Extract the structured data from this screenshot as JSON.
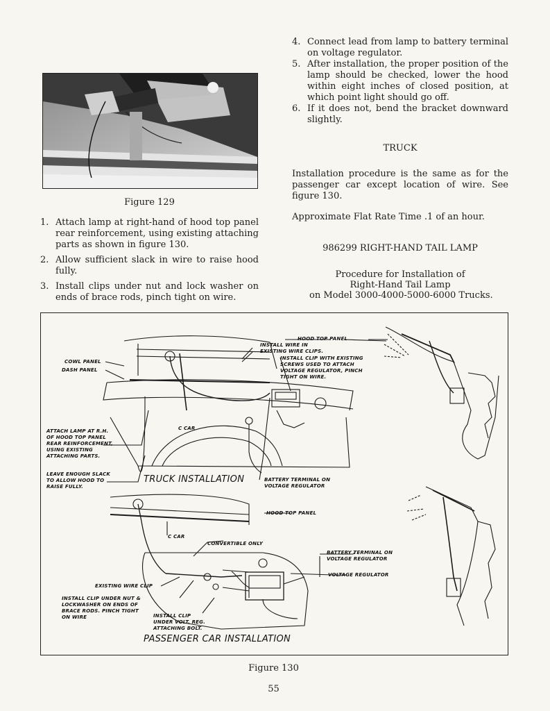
{
  "left": {
    "figure129_caption": "Figure 129",
    "steps": [
      {
        "num": "1.",
        "text": "Attach lamp at right-hand of hood top panel rear reinforcement, using existing attaching parts as shown in figure 130."
      },
      {
        "num": "2.",
        "text": "Allow sufficient slack in wire to raise hood fully."
      },
      {
        "num": "3.",
        "text": "Install clips under nut and lock washer on ends of brace rods, pinch tight on wire."
      }
    ]
  },
  "right": {
    "steps": [
      {
        "num": "4.",
        "text": "Connect lead from lamp to battery terminal on voltage regulator."
      },
      {
        "num": "5.",
        "text": "After installation, the proper position of the lamp should be checked, lower the hood within eight inches of closed position, at which point light should go off."
      },
      {
        "num": "6.",
        "text": "If it does not, bend the bracket downward slightly."
      }
    ],
    "truck_heading": "TRUCK",
    "truck_paragraph": "Installation procedure is the same as for the passenger car except location of wire. See figure 130.",
    "flat_rate": "Approximate Flat Rate Time .1 of an hour.",
    "tail_lamp_heading": "986299 RIGHT-HAND TAIL LAMP",
    "procedure_line1": "Procedure for Installation of",
    "procedure_line2": "Right-Hand Tail Lamp",
    "procedure_line3": "on Model 3000-4000-5000-6000 Trucks."
  },
  "diagram": {
    "labels": {
      "hood_top_panel_top": "HOOD TOP PANEL",
      "install_wire_in": "INSTALL WIRE IN",
      "existing_wire_clips": "EXISTING WIRE CLIPS.",
      "install_clip_line1": "INSTALL CLIP WITH EXISTING",
      "install_clip_line2": "SCREWS USED TO ATTACH",
      "install_clip_line3": "VOLTAGE REGULATOR, PINCH",
      "install_clip_line4": "TIGHT ON WIRE.",
      "cowl_panel": "COWL PANEL",
      "dash_panel": "DASH PANEL",
      "attach_lamp_line1": "ATTACH LAMP AT R.H.",
      "attach_lamp_line2": "OF HOOD TOP PANEL",
      "attach_lamp_line3": "REAR REINFORCEMENT,",
      "attach_lamp_line4": "USING EXISTING",
      "attach_lamp_line5": "ATTACHING PARTS.",
      "leave_slack_line1": "LEAVE ENOUGH SLACK",
      "leave_slack_line2": "TO ALLOW HOOD TO",
      "leave_slack_line3": "RAISE FULLY.",
      "car_center_top": "C CAR",
      "truck_installation": "TRUCK INSTALLATION",
      "battery_terminal_top_line1": "BATTERY TERMINAL ON",
      "battery_terminal_top_line2": "VOLTAGE REGULATOR",
      "hood_top_panel_mid": "HOOD TOP PANEL",
      "car_center_bottom": "C CAR",
      "convertible_only": "CONVERTIBLE ONLY",
      "battery_terminal_bottom_line1": "BATTERY TERMINAL ON",
      "battery_terminal_bottom_line2": "VOLTAGE REGULATOR",
      "voltage_regulator": "VOLTAGE REGULATOR",
      "existing_wire_clip": "EXISTING WIRE CLIP",
      "install_clip_nut_line1": "INSTALL CLIP UNDER NUT &",
      "install_clip_nut_line2": "LOCKWASHER ON ENDS OF",
      "install_clip_nut_line3": "BRACE RODS. PINCH TIGHT",
      "install_clip_nut_line4": "ON WIRE",
      "install_clip_volt_line1": "INSTALL CLIP",
      "install_clip_volt_line2": "UNDER VOLT. REG.",
      "install_clip_volt_line3": "ATTACHING BOLT.",
      "passenger_car_installation": "PASSENGER CAR INSTALLATION"
    }
  },
  "figure130_caption": "Figure 130",
  "page_number": "55"
}
